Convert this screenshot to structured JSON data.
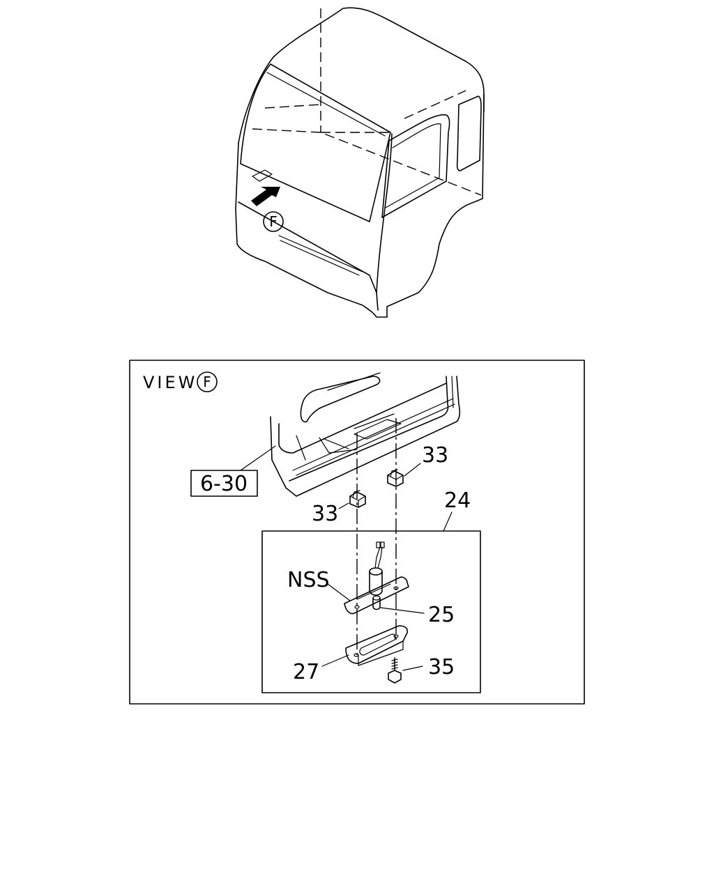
{
  "view_marker": "F",
  "view_title": "VIEW",
  "view_title_marker": "F",
  "ref_box": "6-30",
  "callouts": {
    "c33a": "33",
    "c33b": "33",
    "c24": "24",
    "nss": "NSS",
    "c25": "25",
    "c27": "27",
    "c35": "35"
  }
}
